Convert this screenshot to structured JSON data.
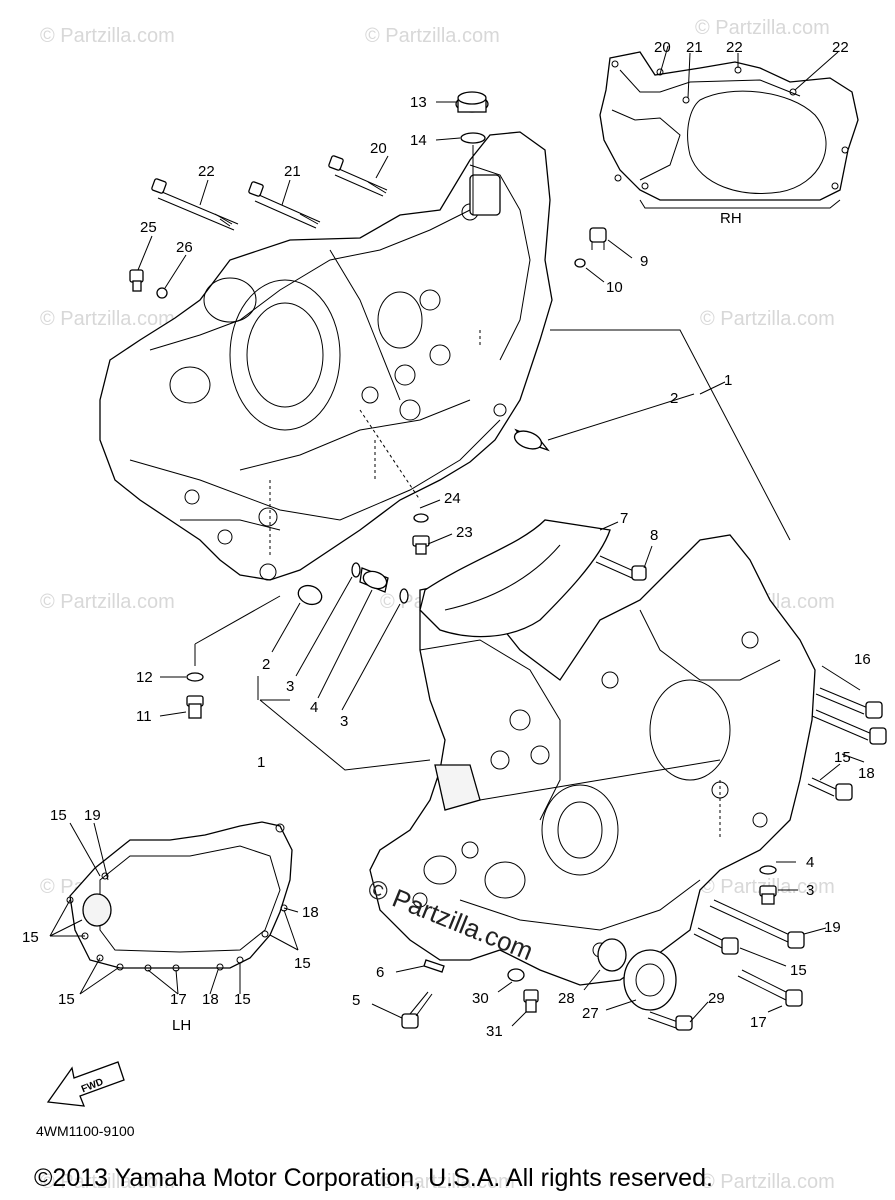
{
  "watermark": {
    "repeat_text": "© Partzilla.com",
    "center_text": "© Partzilla.com"
  },
  "views": {
    "rh_label": "RH",
    "lh_label": "LH"
  },
  "fwd_label": "FWD",
  "diagram_code": "4WM1100-9100",
  "copyright": "©2013 Yamaha Motor Corporation, U.S.A. All rights reserved.",
  "callouts": [
    "1",
    "2",
    "3",
    "4",
    "5",
    "6",
    "7",
    "8",
    "9",
    "10",
    "11",
    "12",
    "13",
    "14",
    "15",
    "16",
    "17",
    "18",
    "19",
    "20",
    "21",
    "22",
    "23",
    "24",
    "25",
    "26",
    "27",
    "28",
    "29",
    "30",
    "31"
  ]
}
